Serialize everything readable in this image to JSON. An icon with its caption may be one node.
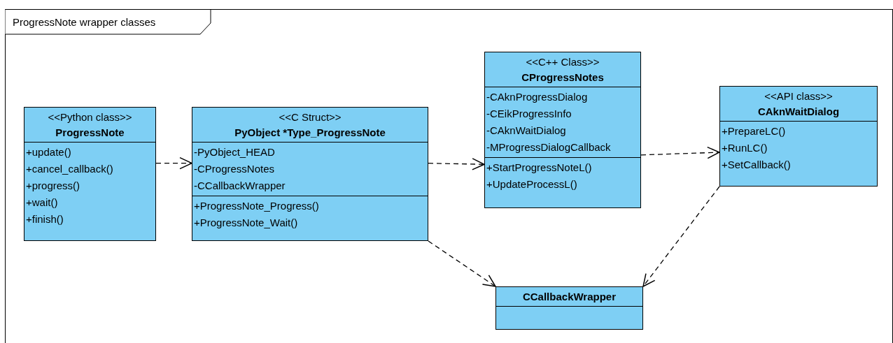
{
  "diagram": {
    "nodes": [
      {
        "text": [
          "ProgressNote wrapper classes"
        ]
      },
      {
        "text": [
          "<<Python class>>",
          "ProgressNote",
          "+update()",
          "+cancel_callback()",
          "+progress()",
          "+wait()",
          "+finish()"
        ],
        "in": 0
      },
      {
        "text": [
          "<<C Struct>>",
          "PyObject *Type_ProgressNote",
          "-PyObject_HEAD",
          "-CProgressNotes",
          "-CCallbackWrapper",
          "+ProgressNote_Progress()",
          "+ProgressNote_Wait()"
        ],
        "in": 0
      },
      {
        "text": [
          "<<C++ Class>>",
          "CProgressNotes",
          "-CAknProgressDialog",
          "-CEikProgressInfo",
          "-CAknWaitDialog",
          "-MProgressDialogCallback",
          "+StartProgressNoteL()",
          "+UpdateProcessL()"
        ],
        "in": 0
      },
      {
        "text": [
          "<<API class>>",
          "CAknWaitDialog",
          "+PrepareLC()",
          "+RunLC()",
          "+SetCallback()"
        ],
        "in": 0
      },
      {
        "text": [
          "CCallbackWrapper"
        ],
        "in": 0
      }
    ],
    "edges": [
      {
        "from": 1,
        "to": 2,
        "arrow": "to",
        "style": "dashed"
      },
      {
        "from": 2,
        "to": 3,
        "arrow": "to",
        "style": "dashed"
      },
      {
        "from": 3,
        "to": 4,
        "arrow": "to",
        "style": "dashed"
      },
      {
        "from": 2,
        "to": 5,
        "arrow": "to",
        "style": "dashed"
      },
      {
        "from": 4,
        "to": 5,
        "arrow": "to",
        "style": "dashed"
      }
    ]
  }
}
